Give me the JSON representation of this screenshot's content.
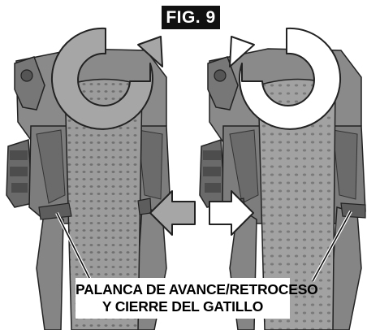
{
  "figure": {
    "label": "FIG. 9"
  },
  "caption": {
    "line1": "PALANCA DE AVANCE/RETROCESO",
    "line2": "Y CIERRE DEL GATILLO"
  },
  "colors": {
    "tool_body": "#8a8a8a",
    "tool_dark": "#555555",
    "grip": "#9a9a9a",
    "rotation_arrow_left": "#a6a6a6",
    "rotation_arrow_right": "#ffffff",
    "push_arrow_left": "#a6a6a6",
    "push_arrow_right": "#ffffff",
    "outline": "#222222"
  },
  "icons": {
    "left_rotation": "clockwise-rotation-arrow",
    "right_rotation": "counterclockwise-rotation-arrow",
    "left_push": "left-pointing-arrow",
    "right_push": "right-pointing-arrow"
  }
}
